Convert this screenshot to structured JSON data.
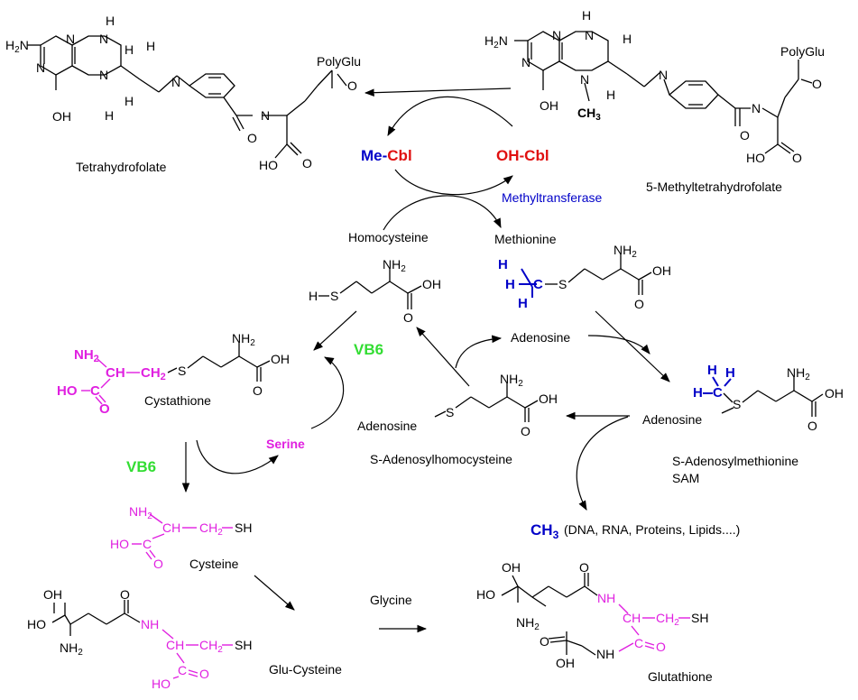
{
  "compounds": {
    "thf": "Tetrahydrofolate",
    "mthf": "5-Methyltetrahydrofolate",
    "polyglu": "PolyGlu",
    "homocysteine": "Homocysteine",
    "methionine": "Methionine",
    "cystathione": "Cystathione",
    "serine": "Serine",
    "sah": "S-Adenosylhomocysteine",
    "sam_name": "S-Adenosylmethionine",
    "sam_abbr": "SAM",
    "cysteine": "Cysteine",
    "glucys": "Glu-Cysteine",
    "glycine": "Glycine",
    "glutathione": "Glutathione",
    "adenosine": "Adenosine"
  },
  "cofactors": {
    "me_prefix": "Me-",
    "me_suffix": "Cbl",
    "oh_cbl": "OH-Cbl",
    "enzyme": "Methyltransferase",
    "vb6": "VB6"
  },
  "methyl": {
    "ch3": "CH",
    "ch3_sub": "3",
    "targets": "(DNA, RNA, Proteins, Lipids....)"
  },
  "colors": {
    "red": "#e01010",
    "blue": "#0000c8",
    "magenta": "#e020e0",
    "green": "#33dd33"
  }
}
